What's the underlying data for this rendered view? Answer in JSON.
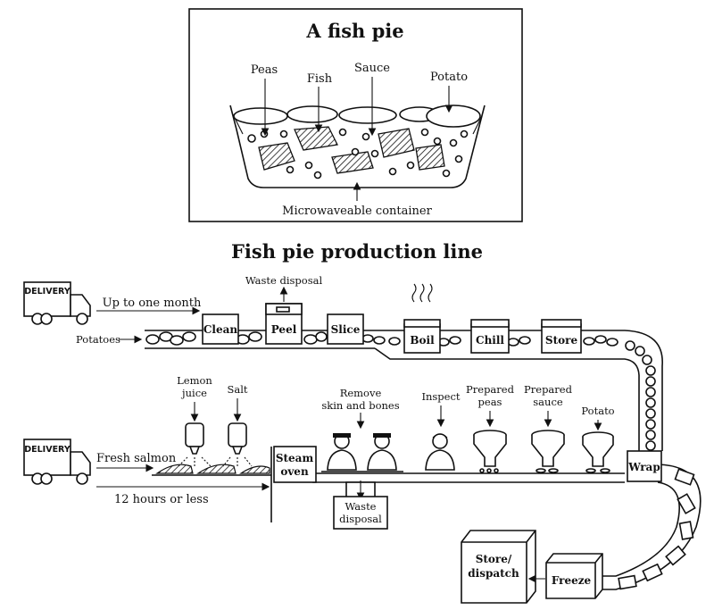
{
  "pie": {
    "title": "A fish pie",
    "peas": "Peas",
    "fish": "Fish",
    "sauce": "Sauce",
    "potato": "Potato",
    "container": "Microwaveable container"
  },
  "line": {
    "title": "Fish pie production line",
    "delivery": "DELIVERY",
    "up_to_month": "Up to one month",
    "potatoes": "Potatoes",
    "waste_disposal": "Waste disposal",
    "clean": "Clean",
    "peel": "Peel",
    "slice": "Slice",
    "boil": "Boil",
    "chill": "Chill",
    "store": "Store",
    "lemon_juice_1": "Lemon",
    "lemon_juice_2": "juice",
    "salt": "Salt",
    "remove_1": "Remove",
    "remove_2": "skin and bones",
    "inspect": "Inspect",
    "prep_peas_1": "Prepared",
    "prep_peas_2": "peas",
    "prep_sauce_1": "Prepared",
    "prep_sauce_2": "sauce",
    "potato": "Potato",
    "fresh_salmon": "Fresh salmon",
    "twelve_hours": "12 hours or less",
    "steam_1": "Steam",
    "steam_2": "oven",
    "waste_1": "Waste",
    "waste_2": "disposal",
    "wrap": "Wrap",
    "store_dispatch_1": "Store/",
    "store_dispatch_2": "dispatch",
    "freeze": "Freeze"
  }
}
